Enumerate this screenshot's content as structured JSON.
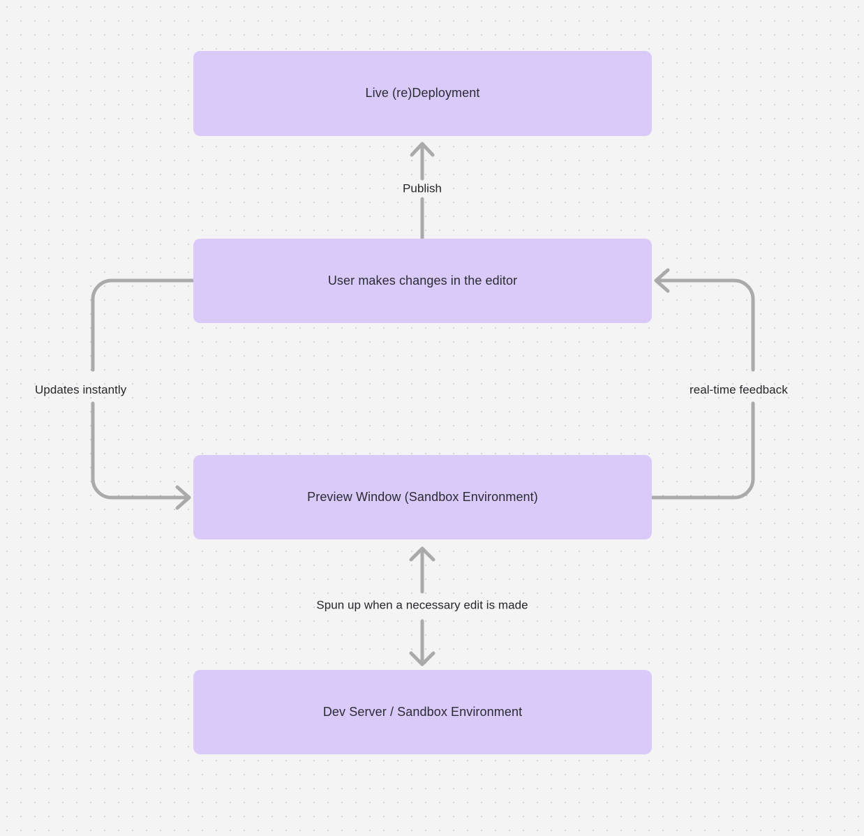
{
  "canvas": {
    "background_color": "#f4f4f4",
    "dot_color": "#cfcfcf",
    "node_fill": "#d9caf9",
    "node_text_color": "#2b2b33",
    "edge_color": "#aaaaaa",
    "edge_label_color": "#26262b"
  },
  "nodes": [
    {
      "id": "live-redeployment",
      "label": "Live (re)Deployment"
    },
    {
      "id": "user-makes-changes",
      "label": "User makes changes in the editor"
    },
    {
      "id": "preview-window",
      "label": "Preview Window (Sandbox Environment)"
    },
    {
      "id": "dev-server",
      "label": "Dev Server / Sandbox Environment"
    }
  ],
  "edges": [
    {
      "id": "publish",
      "label": "Publish",
      "from": "user-makes-changes",
      "to": "live-redeployment",
      "direction": "up"
    },
    {
      "id": "updates-instantly",
      "label": "Updates instantly",
      "from": "user-makes-changes",
      "to": "preview-window",
      "direction": "left-loop"
    },
    {
      "id": "real-time-feedback",
      "label": "real-time feedback",
      "from": "preview-window",
      "to": "user-makes-changes",
      "direction": "right-loop"
    },
    {
      "id": "spun-up",
      "label": "Spun up when a necessary edit is made",
      "from": "preview-window",
      "to": "dev-server",
      "direction": "bidirectional"
    }
  ]
}
